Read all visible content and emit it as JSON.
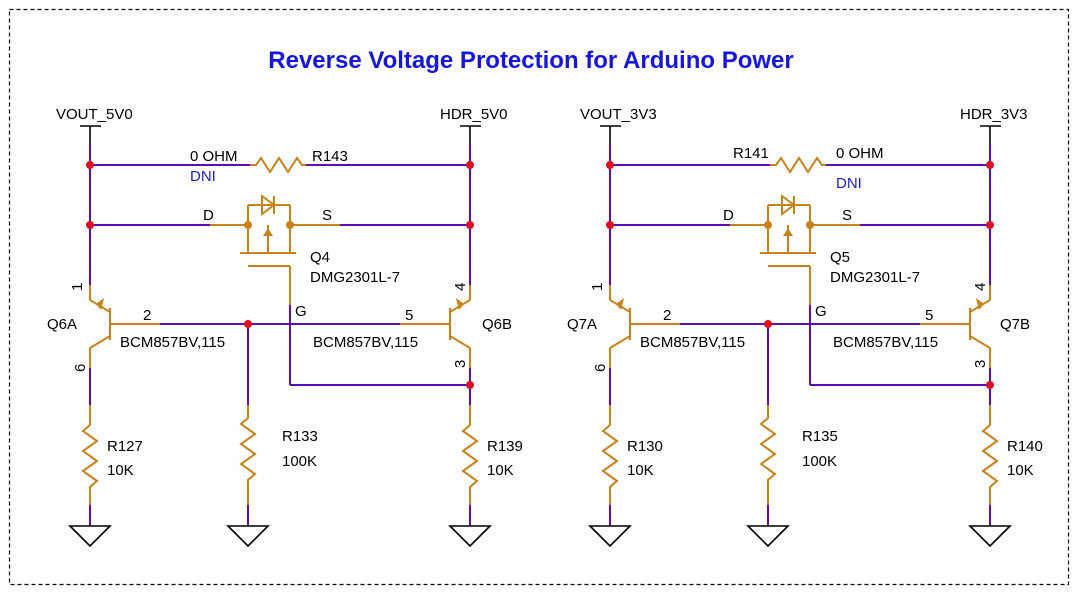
{
  "title": "Reverse Voltage Protection for Arduino Power",
  "colors": {
    "title": "#1616e0",
    "wire": "#5a0fb4",
    "component": "#c8821a",
    "junction": "#e01020",
    "dni": "#1f1fd6"
  },
  "left": {
    "vin": "VOUT_5V0",
    "hdr": "HDR_5V0",
    "r_bypass": {
      "ref": "R143",
      "value": "0 OHM",
      "note": "DNI"
    },
    "fet": {
      "ref": "Q4",
      "part": "DMG2301L-7",
      "d": "D",
      "s": "S",
      "g": "G"
    },
    "qa": {
      "ref": "Q6A",
      "part": "BCM857BV,115",
      "pin_c": "1",
      "pin_b": "2",
      "pin_e": "6"
    },
    "qb": {
      "ref": "Q6B",
      "part": "BCM857BV,115",
      "pin_c": "4",
      "pin_b": "5",
      "pin_e": "3"
    },
    "r1": {
      "ref": "R127",
      "value": "10K"
    },
    "r2": {
      "ref": "R133",
      "value": "100K"
    },
    "r3": {
      "ref": "R139",
      "value": "10K"
    }
  },
  "right": {
    "vin": "VOUT_3V3",
    "hdr": "HDR_3V3",
    "r_bypass": {
      "ref": "R141",
      "value": "0 OHM",
      "note": "DNI"
    },
    "fet": {
      "ref": "Q5",
      "part": "DMG2301L-7",
      "d": "D",
      "s": "S",
      "g": "G"
    },
    "qa": {
      "ref": "Q7A",
      "part": "BCM857BV,115",
      "pin_c": "1",
      "pin_b": "2",
      "pin_e": "6"
    },
    "qb": {
      "ref": "Q7B",
      "part": "BCM857BV,115",
      "pin_c": "4",
      "pin_b": "5",
      "pin_e": "3"
    },
    "r1": {
      "ref": "R130",
      "value": "10K"
    },
    "r2": {
      "ref": "R135",
      "value": "100K"
    },
    "r3": {
      "ref": "R140",
      "value": "10K"
    }
  }
}
